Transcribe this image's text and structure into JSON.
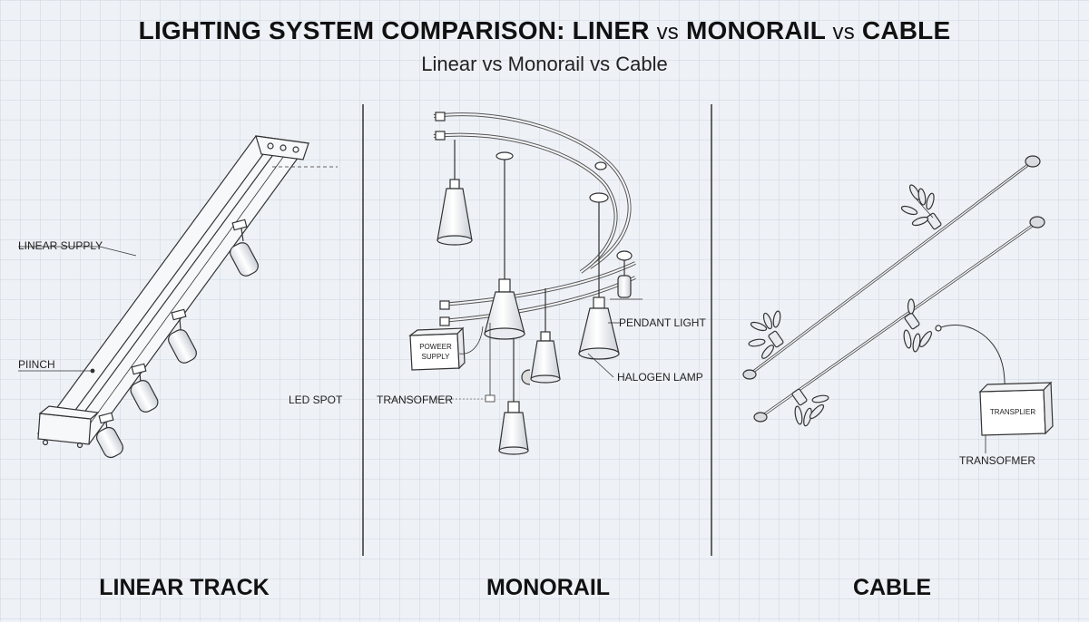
{
  "header": {
    "title_part1": "LIGHTING SYSTEM COMPARISON: LINER",
    "title_vs1": "vs",
    "title_part2": "MONORAIL",
    "title_vs2": "vs",
    "title_part3": "CABLE",
    "subtitle": "Linear vs Monorail vs Cable"
  },
  "panels": {
    "linear": {
      "title": "LINEAR TRACK",
      "labels": {
        "supply": "LINEAR SUPPLY",
        "punch": "PIINCH",
        "led_spot": "LED SPOT"
      }
    },
    "monorail": {
      "title": "MONORAIL",
      "labels": {
        "transformer": "TRANSOFMER",
        "pendant": "PENDANT LIGHT",
        "halogen": "HALOGEN LAMP",
        "power_supply_line1": "POWEER",
        "power_supply_line2": "SUPPLY"
      }
    },
    "cable": {
      "title": "CABLE",
      "labels": {
        "box_text": "TRANSPLIER",
        "transformer": "TRANSOFMER"
      }
    }
  },
  "colors": {
    "background": "#eef1f6",
    "ink": "#333333",
    "lamp_fill": "#f4f5f7"
  }
}
